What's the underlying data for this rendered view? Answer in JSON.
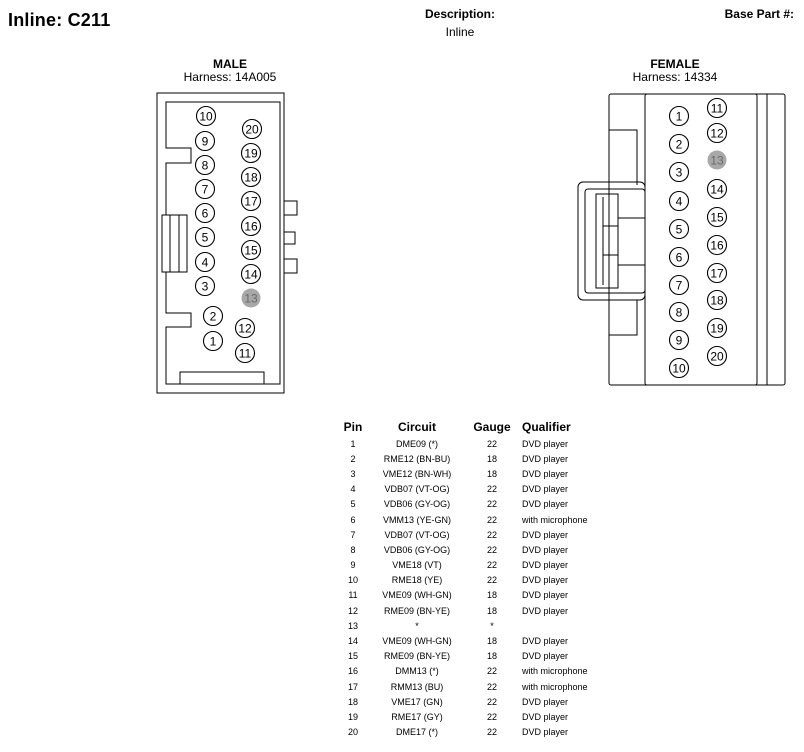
{
  "header": {
    "title": "Inline: C211",
    "description_label": "Description:",
    "description_value": "Inline",
    "base_part_label": "Base Part #:"
  },
  "male": {
    "title": "MALE",
    "harness": "Harness: 14A005",
    "left_pins": [
      "10",
      "9",
      "8",
      "7",
      "6",
      "5",
      "4",
      "3",
      "2",
      "1"
    ],
    "right_pins": [
      "20",
      "19",
      "18",
      "17",
      "16",
      "15",
      "14",
      "13",
      "12",
      "11"
    ],
    "empty_pins": [
      "13"
    ]
  },
  "female": {
    "title": "FEMALE",
    "harness": "Harness: 14334",
    "left_pins": [
      "1",
      "2",
      "3",
      "4",
      "5",
      "6",
      "7",
      "8",
      "9",
      "10"
    ],
    "right_pins": [
      "11",
      "12",
      "13",
      "14",
      "15",
      "16",
      "17",
      "18",
      "19",
      "20"
    ],
    "empty_pins": [
      "13"
    ]
  },
  "colors": {
    "empty_pin": "#a8a8a8",
    "line": "#000000"
  },
  "table": {
    "headers": {
      "pin": "Pin",
      "circuit": "Circuit",
      "gauge": "Gauge",
      "qualifier": "Qualifier"
    },
    "rows": [
      {
        "pin": "1",
        "circuit": "DME09 (*)",
        "gauge": "22",
        "qualifier": "DVD player"
      },
      {
        "pin": "2",
        "circuit": "RME12 (BN-BU)",
        "gauge": "18",
        "qualifier": "DVD player"
      },
      {
        "pin": "3",
        "circuit": "VME12 (BN-WH)",
        "gauge": "18",
        "qualifier": "DVD player"
      },
      {
        "pin": "4",
        "circuit": "VDB07 (VT-OG)",
        "gauge": "22",
        "qualifier": "DVD player"
      },
      {
        "pin": "5",
        "circuit": "VDB06 (GY-OG)",
        "gauge": "22",
        "qualifier": "DVD player"
      },
      {
        "pin": "6",
        "circuit": "VMM13 (YE-GN)",
        "gauge": "22",
        "qualifier": "with microphone"
      },
      {
        "pin": "7",
        "circuit": "VDB07 (VT-OG)",
        "gauge": "22",
        "qualifier": "DVD player"
      },
      {
        "pin": "8",
        "circuit": "VDB06 (GY-OG)",
        "gauge": "22",
        "qualifier": "DVD player"
      },
      {
        "pin": "9",
        "circuit": "VME18 (VT)",
        "gauge": "22",
        "qualifier": "DVD player"
      },
      {
        "pin": "10",
        "circuit": "RME18 (YE)",
        "gauge": "22",
        "qualifier": "DVD player"
      },
      {
        "pin": "11",
        "circuit": "VME09 (WH-GN)",
        "gauge": "18",
        "qualifier": "DVD player"
      },
      {
        "pin": "12",
        "circuit": "RME09 (BN-YE)",
        "gauge": "18",
        "qualifier": "DVD player"
      },
      {
        "pin": "13",
        "circuit": "*",
        "gauge": "*",
        "qualifier": ""
      },
      {
        "pin": "14",
        "circuit": "VME09 (WH-GN)",
        "gauge": "18",
        "qualifier": "DVD player"
      },
      {
        "pin": "15",
        "circuit": "RME09 (BN-YE)",
        "gauge": "18",
        "qualifier": "DVD player"
      },
      {
        "pin": "16",
        "circuit": "DMM13 (*)",
        "gauge": "22",
        "qualifier": "with microphone"
      },
      {
        "pin": "17",
        "circuit": "RMM13 (BU)",
        "gauge": "22",
        "qualifier": "with microphone"
      },
      {
        "pin": "18",
        "circuit": "VME17 (GN)",
        "gauge": "22",
        "qualifier": "DVD player"
      },
      {
        "pin": "19",
        "circuit": "RME17 (GY)",
        "gauge": "22",
        "qualifier": "DVD player"
      },
      {
        "pin": "20",
        "circuit": "DME17 (*)",
        "gauge": "22",
        "qualifier": "DVD player"
      }
    ]
  }
}
